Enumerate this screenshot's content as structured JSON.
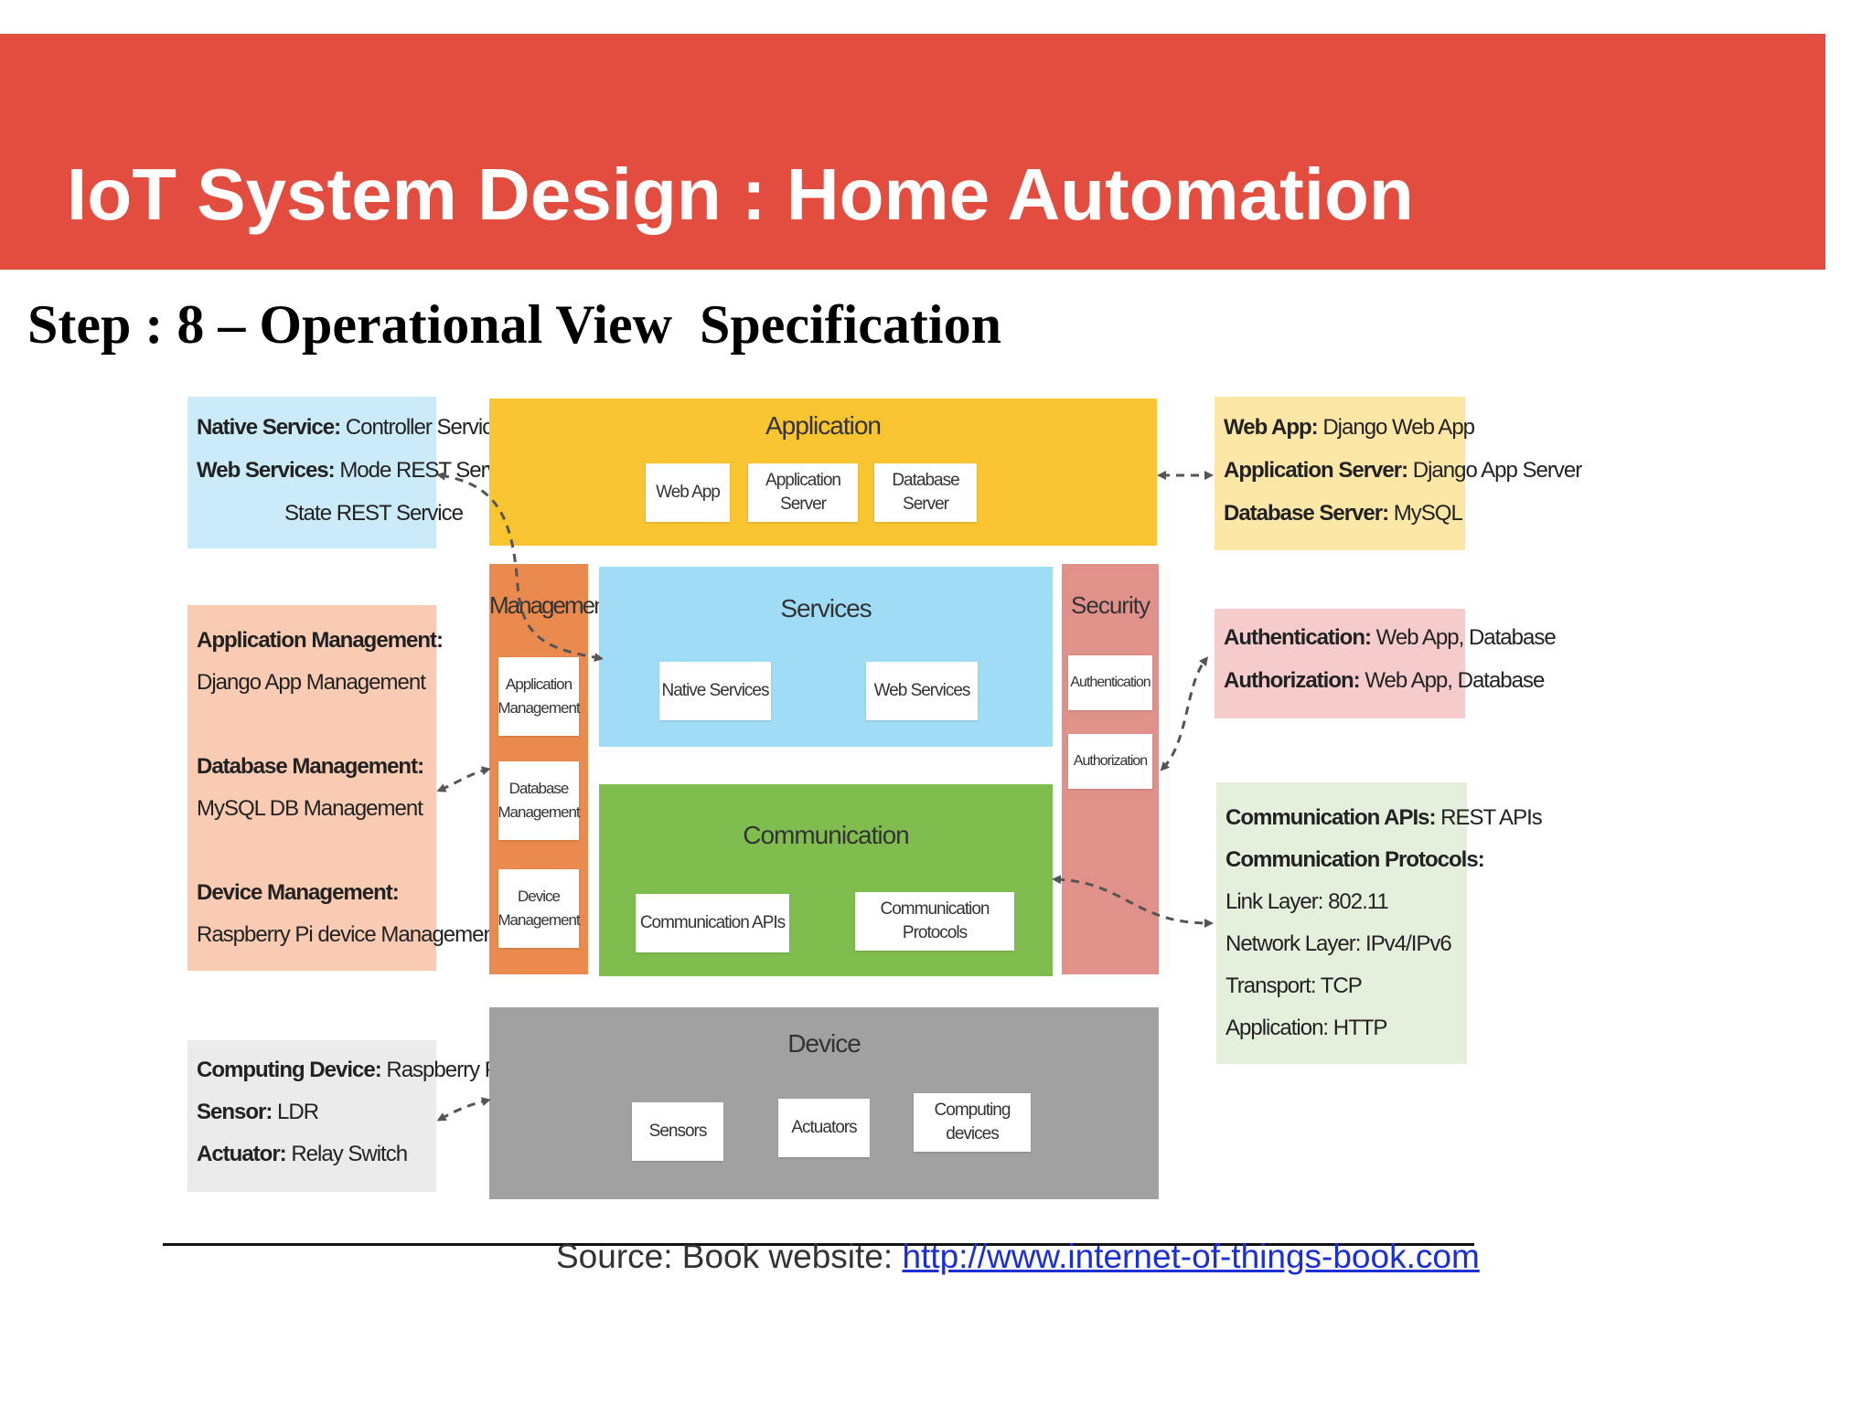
{
  "slide": {
    "title": "IoT System Design : Home Automation",
    "step_title": "Step : 8 – Operational View  Specification"
  },
  "colors": {
    "banner": "#e34d3f",
    "application": "#f8c42f",
    "services": "#9fdcf6",
    "communication": "#80bd4f",
    "device": "#a1a1a1",
    "management": "#ea8a4e",
    "security": "#e0918a"
  },
  "diagram": {
    "layers": {
      "application": {
        "title": "Application",
        "items": [
          "Web App",
          "Application Server",
          "Database Server"
        ]
      },
      "management": {
        "title": "Management",
        "items": [
          "Application\nManagement",
          "Database\nManagement",
          "Device\nManagement"
        ]
      },
      "services": {
        "title": "Services",
        "items": [
          "Native Services",
          "Web Services"
        ]
      },
      "security": {
        "title": "Security",
        "items": [
          "Authentication",
          "Authorization"
        ]
      },
      "communication": {
        "title": "Communication",
        "items": [
          "Communication APIs",
          "Communication Protocols"
        ]
      },
      "device": {
        "title": "Device",
        "items": [
          "Sensors",
          "Actuators",
          "Computing devices"
        ]
      }
    },
    "specs": {
      "services": {
        "native_label": "Native Service:",
        "native_value": "Controller Service",
        "web_label": "Web Services:",
        "web_value1": "Mode REST Service,",
        "web_value2": "State REST Service"
      },
      "application": {
        "webapp_label": "Web App:",
        "webapp_value": "Django Web App",
        "appserver_label": "Application Server:",
        "appserver_value": "Django App Server",
        "dbserver_label": "Database Server:",
        "dbserver_value": "MySQL"
      },
      "management": {
        "app_label": "Application Management:",
        "app_value": "Django App Management",
        "db_label": "Database Management:",
        "db_value": "MySQL DB Management",
        "device_label": "Device Management:",
        "device_value": "Raspberry Pi device Management"
      },
      "security": {
        "authn_label": "Authentication:",
        "authn_value": "Web App, Database",
        "authz_label": "Authorization:",
        "authz_value": "Web App, Database"
      },
      "communication": {
        "apis_label": "Communication APIs:",
        "apis_value": "REST APIs",
        "protocols_label": "Communication Protocols:",
        "link": "Link Layer: 802.11",
        "network": "Network Layer: IPv4/IPv6",
        "transport": "Transport: TCP",
        "application": "Application: HTTP"
      },
      "device": {
        "computing_label": "Computing Device:",
        "computing_value": "Raspberry Pi",
        "sensor_label": "Sensor:",
        "sensor_value": "LDR",
        "actuator_label": "Actuator:",
        "actuator_value": "Relay Switch"
      }
    }
  },
  "source": {
    "label": "Source:",
    "text": "Book website:",
    "url": "http://www.internet-of-things-book.com"
  }
}
